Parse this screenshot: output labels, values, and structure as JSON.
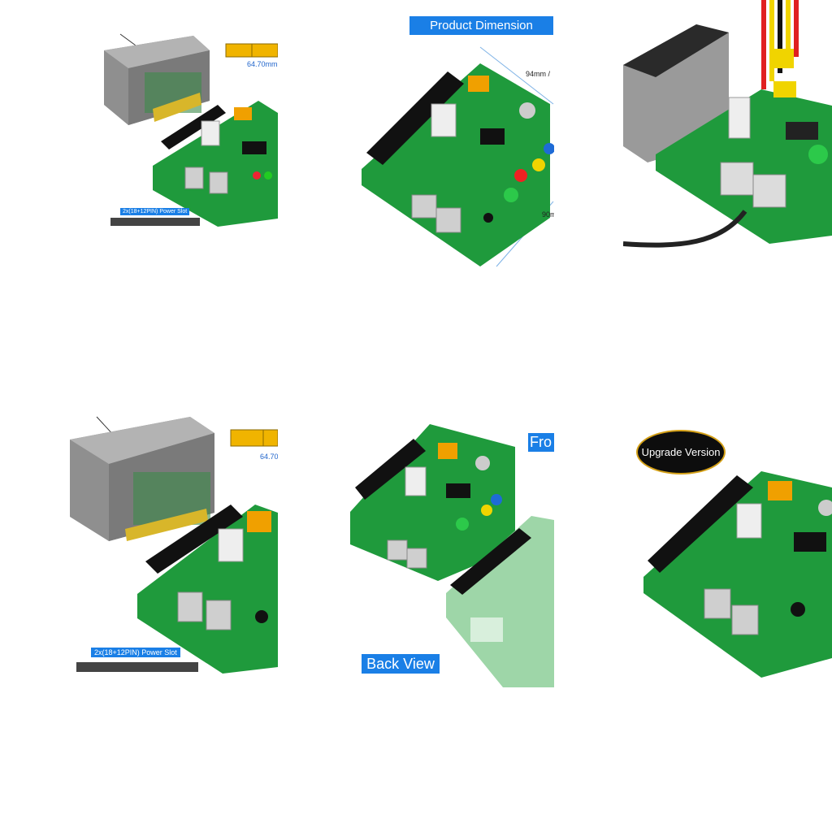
{
  "gallery": {
    "tiles": [
      {
        "slot_label": "2x(18+12PIN) Power  Slot",
        "dim_value": "64.70mm"
      },
      {
        "title": "Product Dimension",
        "dim_width": "94mm /",
        "dim_height": "90m"
      },
      {},
      {
        "slot_label": "2x(18+12PIN) Power   Slot",
        "dim_value": "64.70"
      },
      {
        "title_partial": "Fro",
        "view_label": "Back View"
      },
      {
        "badge": "Upgrade Version"
      }
    ]
  },
  "colors": {
    "pcb": "#1f9a3c",
    "label_blue": "#1a7fe6",
    "connector_yellow": "#f0b400",
    "badge_ring": "#d4a017"
  }
}
